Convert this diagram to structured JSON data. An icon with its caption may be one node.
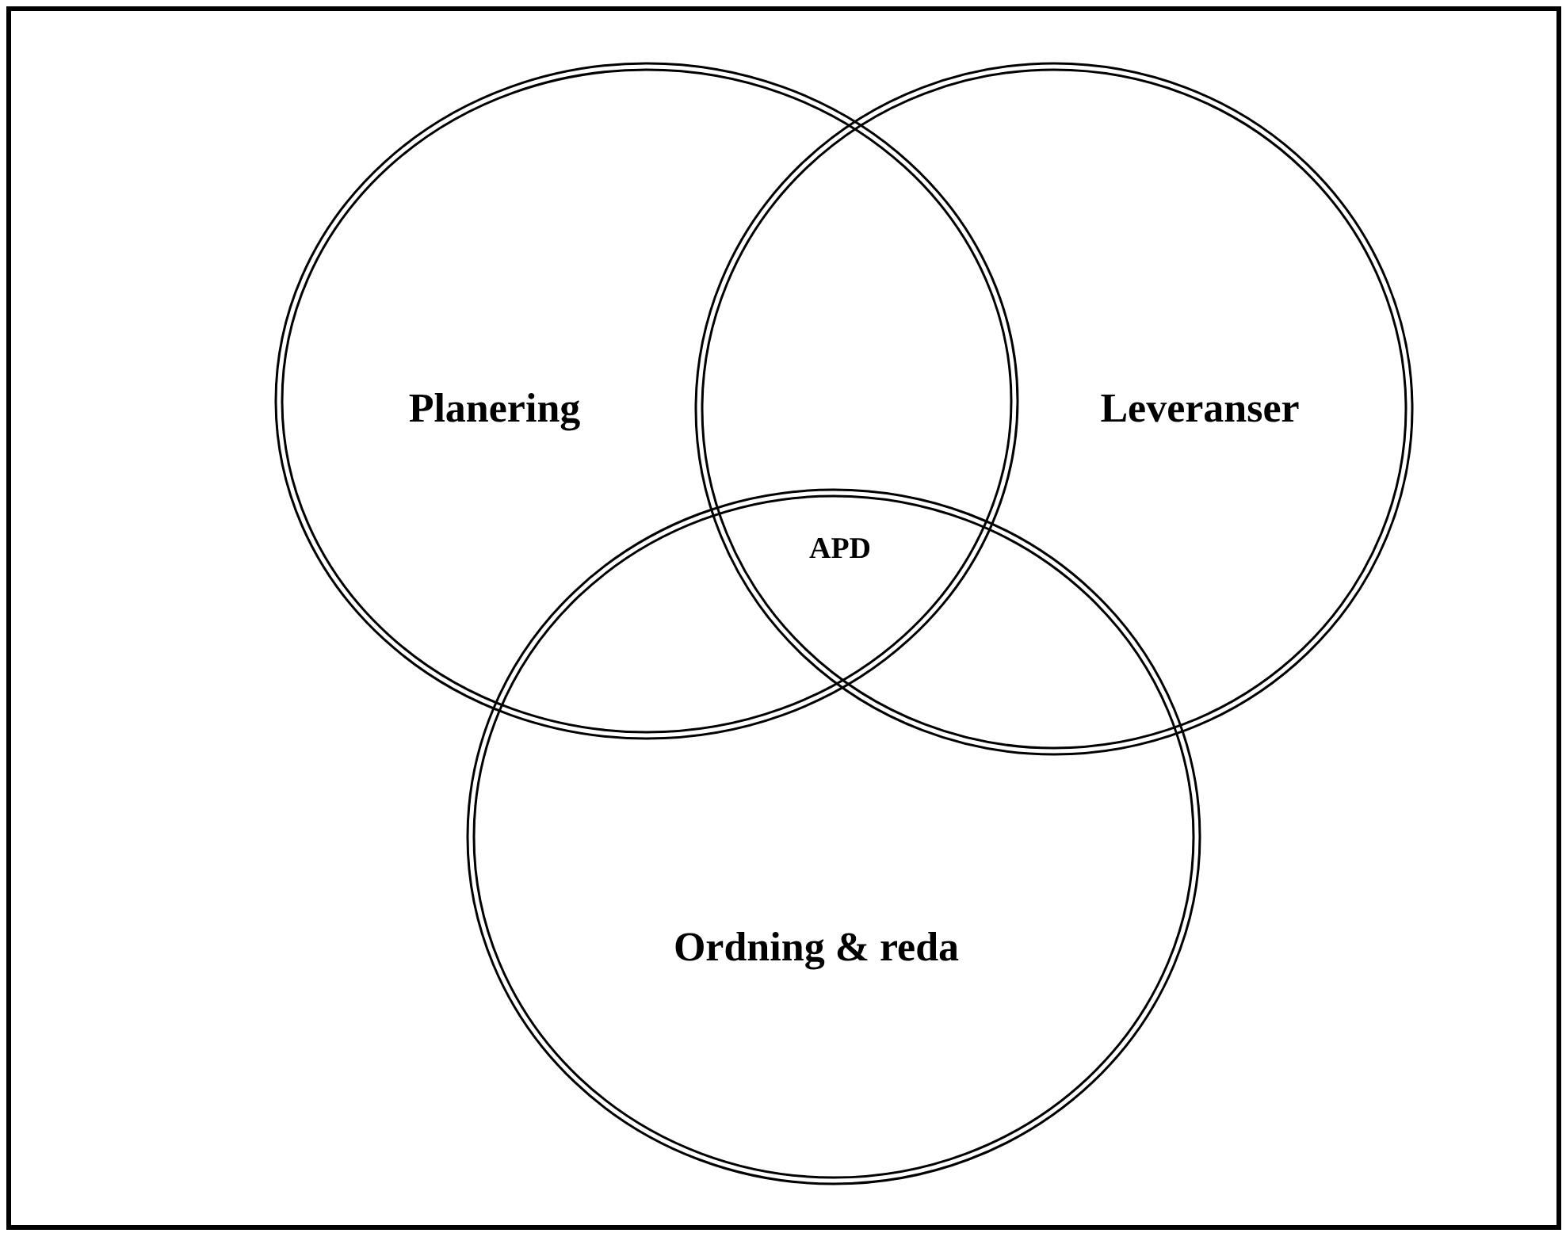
{
  "diagram": {
    "nodes": [
      {
        "text": [
          "Planering"
        ]
      },
      {
        "text": [
          "Leveranser"
        ]
      },
      {
        "text": [
          "Ordning & reda"
        ]
      }
    ],
    "labels": [
      "APD"
    ]
  }
}
